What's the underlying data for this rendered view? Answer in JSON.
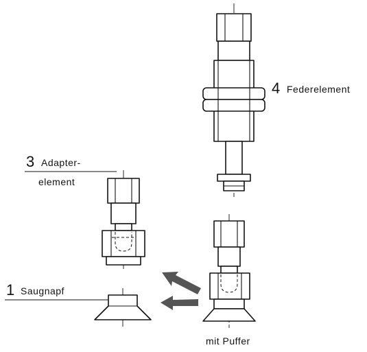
{
  "labels": {
    "part1": {
      "number": "1",
      "text": "Saugnapf"
    },
    "part3": {
      "number": "3",
      "text_line1": "Adapter-",
      "text_line2": "element"
    },
    "part4": {
      "number": "4",
      "text": "Federelement"
    },
    "caption": "mit Puffer"
  },
  "colors": {
    "line": "#111111",
    "arrow": "#555555",
    "background": "#ffffff"
  }
}
